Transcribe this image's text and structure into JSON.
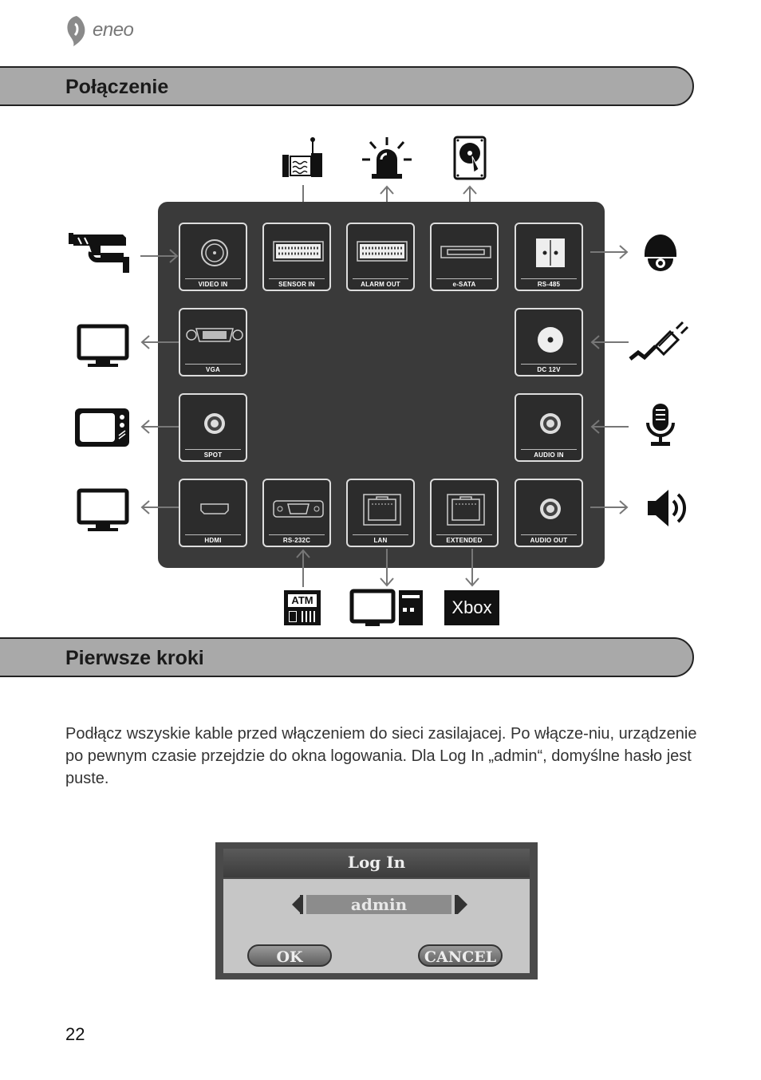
{
  "header": {
    "logo_text": "eneo"
  },
  "sections": {
    "connection_title": "Połączenie",
    "first_steps_title": "Pierwsze kroki"
  },
  "ports": {
    "video_in": "VIDEO IN",
    "sensor_in": "SENSOR IN",
    "alarm_out": "ALARM OUT",
    "esata": "e-SATA",
    "rs485": "RS-485",
    "vga": "VGA",
    "dc12v": "DC 12V",
    "spot": "SPOT",
    "audio_in": "AUDIO IN",
    "hdmi": "HDMI",
    "rs232c": "RS-232C",
    "lan": "LAN",
    "extended": "EXTENDED",
    "audio_out": "AUDIO OUT"
  },
  "devices": {
    "atm_label": "ATM",
    "xbox_label": "Xbox",
    "icons": [
      "camera-icon",
      "sensor-icon",
      "alarm-siren-icon",
      "hard-disk-icon",
      "dome-camera-icon",
      "monitor-icon",
      "power-plug-icon",
      "tv-icon",
      "microphone-icon",
      "speaker-icon",
      "atm-icon",
      "computer-icon",
      "xbox-icon"
    ]
  },
  "body": {
    "paragraph": "Podłącz wszyskie kable przed włączeniem do sieci zasilajacej. Po włącze-niu, urządzenie po pewnym czasie przejdzie do okna logowania. Dla Log In „admin“, domyślne hasło jest puste."
  },
  "login_dialog": {
    "title": "Log In",
    "username": "admin",
    "ok_label": "OK",
    "cancel_label": "CANCEL"
  },
  "footer": {
    "page_number": "22"
  }
}
